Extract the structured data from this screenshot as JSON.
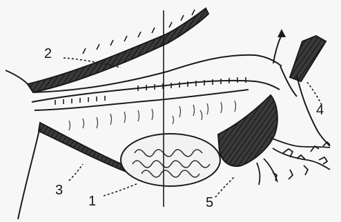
{
  "figure": {
    "labels": {
      "one": "1",
      "two": "2",
      "three": "3",
      "four": "4",
      "five": "5"
    },
    "colors": {
      "ink": "#1a1a1a",
      "shade": "#3a3a3a",
      "paper": "#f7f7f7"
    }
  }
}
